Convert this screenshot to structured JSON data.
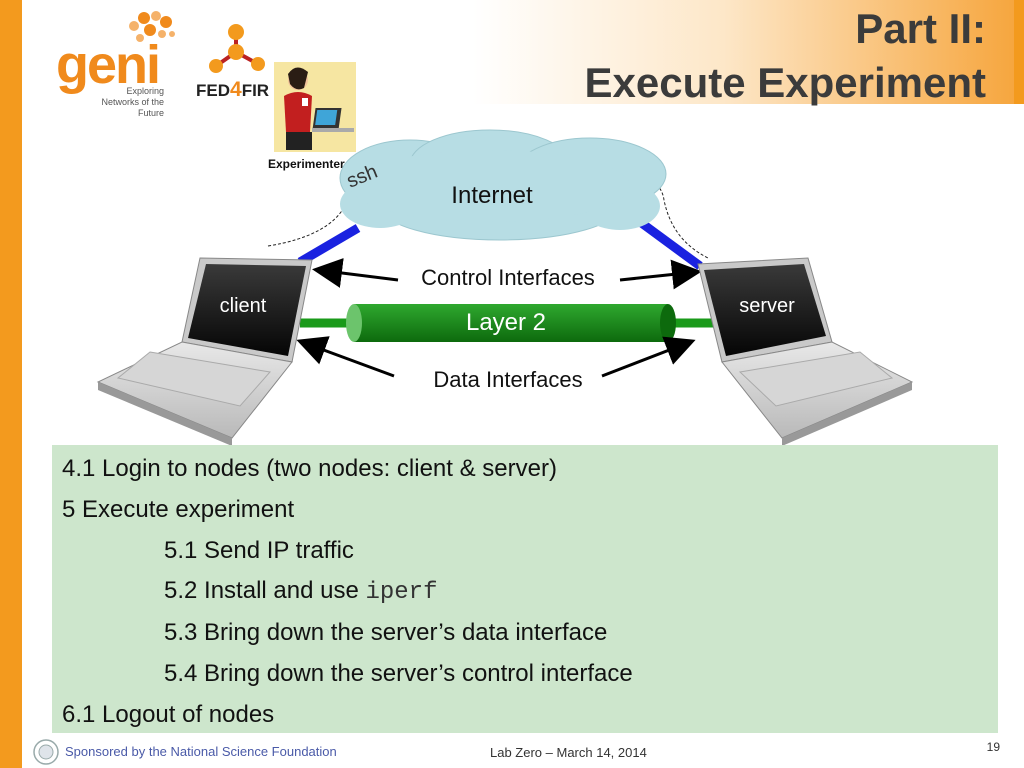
{
  "header": {
    "title_line1": "Part II:",
    "title_line2": "Execute Experiment"
  },
  "logos": {
    "geni_word": "geni",
    "geni_tagline": "Exploring Networks of the Future",
    "fed4fire_prefix": "FED",
    "fed4fire_num": "4",
    "fed4fire_suffix": "FIR"
  },
  "diagram": {
    "experimenter_label": "Experimenter",
    "ssh_label": "ssh",
    "internet_label": "Internet",
    "control_label": "Control Interfaces",
    "layer2_label": "Layer 2",
    "data_label": "Data Interfaces",
    "client_label": "client",
    "server_label": "server"
  },
  "steps": {
    "s1": "4.1 Login to nodes (two nodes: client & server)",
    "s2": "5 Execute experiment",
    "s3": "5.1 Send IP traffic",
    "s4_prefix": "5.2 Install and use ",
    "s4_code": "iperf",
    "s5": "5.3 Bring down the server’s data interface",
    "s6": "5.4 Bring down the server’s control interface",
    "s7": "6.1 Logout of nodes"
  },
  "footer": {
    "sponsor": "Sponsored by the National Science Foundation",
    "center": "Lab Zero – March 14, 2014",
    "page": "19"
  },
  "colors": {
    "accent_orange": "#f39a1e",
    "panel_green": "#cde6cc",
    "layer2_green": "#1a8a1a",
    "link_blue": "#1a22e0",
    "cloud": "#b7dde4"
  }
}
